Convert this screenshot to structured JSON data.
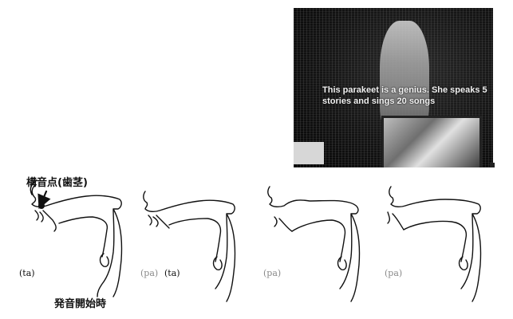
{
  "video": {
    "caption": "This parakeet is a genius. She speaks 5 stories and sings 20 songs"
  },
  "diagram": {
    "place_of_articulation": "構音点(歯茎)",
    "onset_label": "発音開始時",
    "panels": [
      {
        "labels": [
          {
            "text": "(ta)",
            "emphasis": "dark"
          }
        ]
      },
      {
        "labels": [
          {
            "text": "(pa)",
            "emphasis": "grey"
          },
          {
            "text": "(ta)",
            "emphasis": "dark"
          }
        ]
      },
      {
        "labels": [
          {
            "text": "(pa)",
            "emphasis": "grey"
          }
        ]
      },
      {
        "labels": [
          {
            "text": "(pa)",
            "emphasis": "grey"
          }
        ]
      }
    ]
  }
}
